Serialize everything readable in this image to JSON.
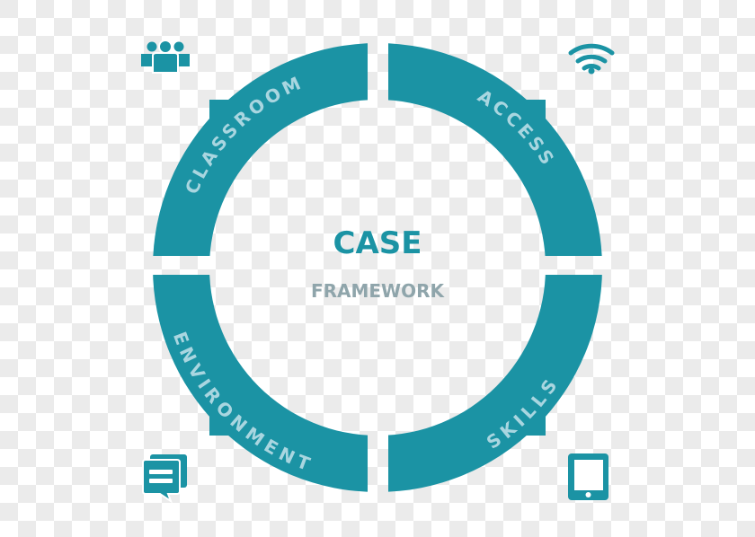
{
  "center": {
    "title": "CASE",
    "subtitle": "FRAMEWORK"
  },
  "segments": [
    {
      "label": "CLASSROOM",
      "position": "top-left",
      "icon": "group-people-icon"
    },
    {
      "label": "ACCESS",
      "position": "top-right",
      "icon": "wifi-icon"
    },
    {
      "label": "SKILLS",
      "position": "bottom-right",
      "icon": "tablet-icon"
    },
    {
      "label": "ENVIRONMENT",
      "position": "bottom-left",
      "icon": "chat-bubbles-icon"
    }
  ],
  "colors": {
    "ring": "#1b93a4",
    "ring_label": "#a9d6e0",
    "title": "#1b93a4",
    "subtitle": "#8fa5ab",
    "icon": "#1b93a4"
  }
}
